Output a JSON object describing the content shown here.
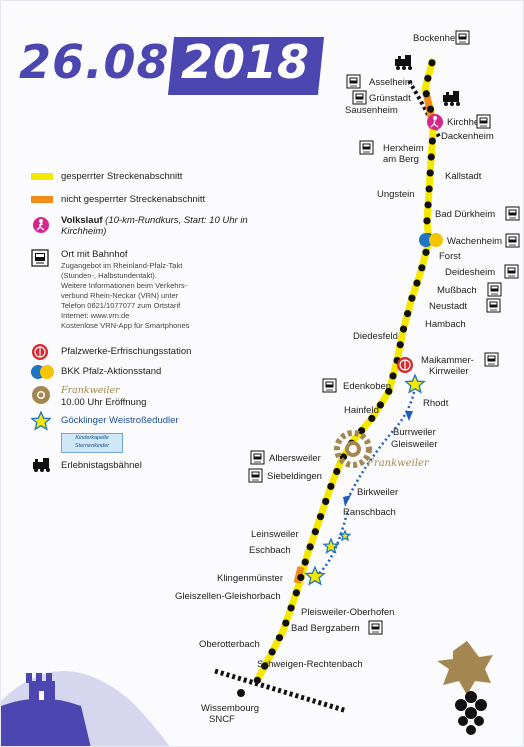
{
  "date": {
    "left": "26.08.",
    "right": "2018"
  },
  "legend": {
    "closed": "gesperrter Streckenabschnitt",
    "open": "nicht gesperrter Streckenabschnitt",
    "run_title": "Volkslauf",
    "run_detail": "(10-km-Rundkurs, Start: 10 Uhr in Kirchheim)",
    "station_title": "Ort mit Bahnhof",
    "station_lines": [
      "Zugangebot im Rheinland-Pfalz-Takt",
      "(Stunden-, Halbstundentakt).",
      "Weitere Informationen beim Verkehrs-",
      "verbund Rhein-Neckar (VRN) unter",
      "Telefon 0621/1077077 zum Ortstarif",
      "Internet: www.vrn.de",
      "Kostenlose VRN-App für Smartphones"
    ],
    "pfalzwerke": "Pfalzwerke-Erfrischungsstation",
    "bkk": "BKK Pfalz-Aktionsstand",
    "frankweiler_name": "Frankweiler",
    "frankweiler_time": "10.00 Uhr Eröffnung",
    "goecklinger": "Göcklinger Weistroßedudler",
    "kinderkapelle": "Kinderkapelle Sternenkinder",
    "erlebnis": "Erlebnistagsbähnel"
  },
  "stations": [
    {
      "name": "Bockenheim",
      "station": true
    },
    {
      "name": "Asselheim",
      "station": true
    },
    {
      "name": "Grünstadt",
      "station": true
    },
    {
      "name": "Sausenheim",
      "station": false
    },
    {
      "name": "Kirchheim",
      "station": true
    },
    {
      "name": "Dackenheim",
      "station": false
    },
    {
      "name": "Herxheim am Berg",
      "station": true
    },
    {
      "name": "Kallstadt",
      "station": false
    },
    {
      "name": "Ungstein",
      "station": false
    },
    {
      "name": "Bad Dürkheim",
      "station": true
    },
    {
      "name": "Wachenheim",
      "station": true
    },
    {
      "name": "Forst",
      "station": false
    },
    {
      "name": "Deidesheim",
      "station": true
    },
    {
      "name": "Mußbach",
      "station": true
    },
    {
      "name": "Neustadt",
      "station": true
    },
    {
      "name": "Hambach",
      "station": false
    },
    {
      "name": "Diedesfeld",
      "station": false
    },
    {
      "name": "Maikammer-Kirrweiler",
      "station": true
    },
    {
      "name": "Edenkoben",
      "station": true
    },
    {
      "name": "Rhodt",
      "station": false
    },
    {
      "name": "Hainfeld",
      "station": false
    },
    {
      "name": "Burrweiler",
      "station": false
    },
    {
      "name": "Gleisweiler",
      "station": false
    },
    {
      "name": "Frankweiler",
      "station": false
    },
    {
      "name": "Albersweiler",
      "station": true
    },
    {
      "name": "Siebeldingen",
      "station": true
    },
    {
      "name": "Birkweiler",
      "station": false
    },
    {
      "name": "Ranschbach",
      "station": false
    },
    {
      "name": "Leinsweiler",
      "station": false
    },
    {
      "name": "Eschbach",
      "station": false
    },
    {
      "name": "Klingenmünster",
      "station": false
    },
    {
      "name": "Gleiszellen-Gleishorbach",
      "station": false
    },
    {
      "name": "Pleisweiler-Oberhofen",
      "station": false
    },
    {
      "name": "Bad Bergzabern",
      "station": true
    },
    {
      "name": "Oberotterbach",
      "station": false
    },
    {
      "name": "Schweigen-Rechtenbach",
      "station": false
    },
    {
      "name": "Wissembourg SNCF",
      "station": false
    }
  ],
  "colors": {
    "route": "#f5e800",
    "route_open": "#f28c1a",
    "dot": "#111111",
    "accent": "#4b46b0",
    "frankweiler": "#a48750",
    "pfalzwerke": "#d6282e",
    "bkk_blue": "#1f74c4",
    "bkk_yellow": "#f6c400",
    "run_pink": "#d6288c",
    "star": "#f5e800",
    "star_outline": "#1f74c4"
  }
}
